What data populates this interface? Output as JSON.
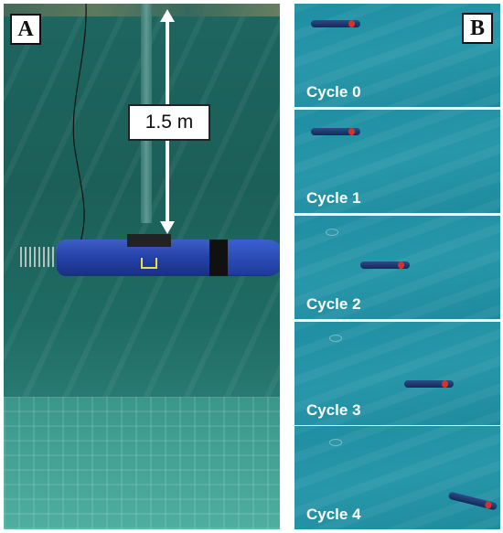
{
  "panel_a": {
    "letter": "A",
    "distance_label": "1.5 m"
  },
  "panel_b": {
    "letter": "B",
    "frames": [
      {
        "caption": "Cycle 0"
      },
      {
        "caption": "Cycle 1"
      },
      {
        "caption": "Cycle 2"
      },
      {
        "caption": "Cycle 3"
      },
      {
        "caption": "Cycle 4"
      }
    ]
  }
}
